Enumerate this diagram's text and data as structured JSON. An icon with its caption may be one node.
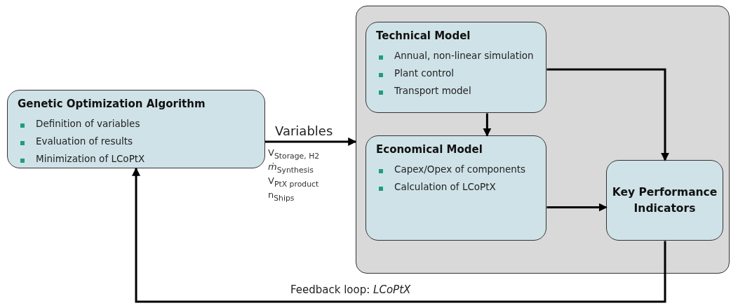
{
  "diagram": {
    "nodes": [
      {
        "text": [
          "Genetic Optimization Algorithm",
          "Definition of variables",
          "Evaluation of results",
          "Minimization of LCoPtX"
        ]
      },
      {
        "text": [],
        "shape": "box"
      },
      {
        "text": [
          "Technical Model",
          "Annual, non-linear simulation",
          "Plant control",
          "Transport model"
        ],
        "in": 1
      },
      {
        "text": [
          "Economical Model",
          "Capex/Opex of components",
          "Calculation of LCoPtX"
        ],
        "in": 1
      },
      {
        "text": [
          "Key Performance Indicators"
        ],
        "in": 1
      }
    ],
    "edges": [
      {
        "from": 0,
        "to": 1,
        "arrow": "to",
        "label": "Variables"
      },
      {
        "from": 2,
        "to": 3,
        "arrow": "to"
      },
      {
        "from": 2,
        "to": 4,
        "arrow": "to"
      },
      {
        "from": 3,
        "to": 4,
        "arrow": "to"
      },
      {
        "from": 4,
        "to": 0,
        "arrow": "to",
        "label": "Feedback loop: *LCoPtX*"
      }
    ],
    "labels": [
      "V$_{Storage, H2}$",
      "*ṁ*$_{Synthesis}$",
      "V$_{PtX product}$",
      "n$_{Ships}$"
    ]
  }
}
